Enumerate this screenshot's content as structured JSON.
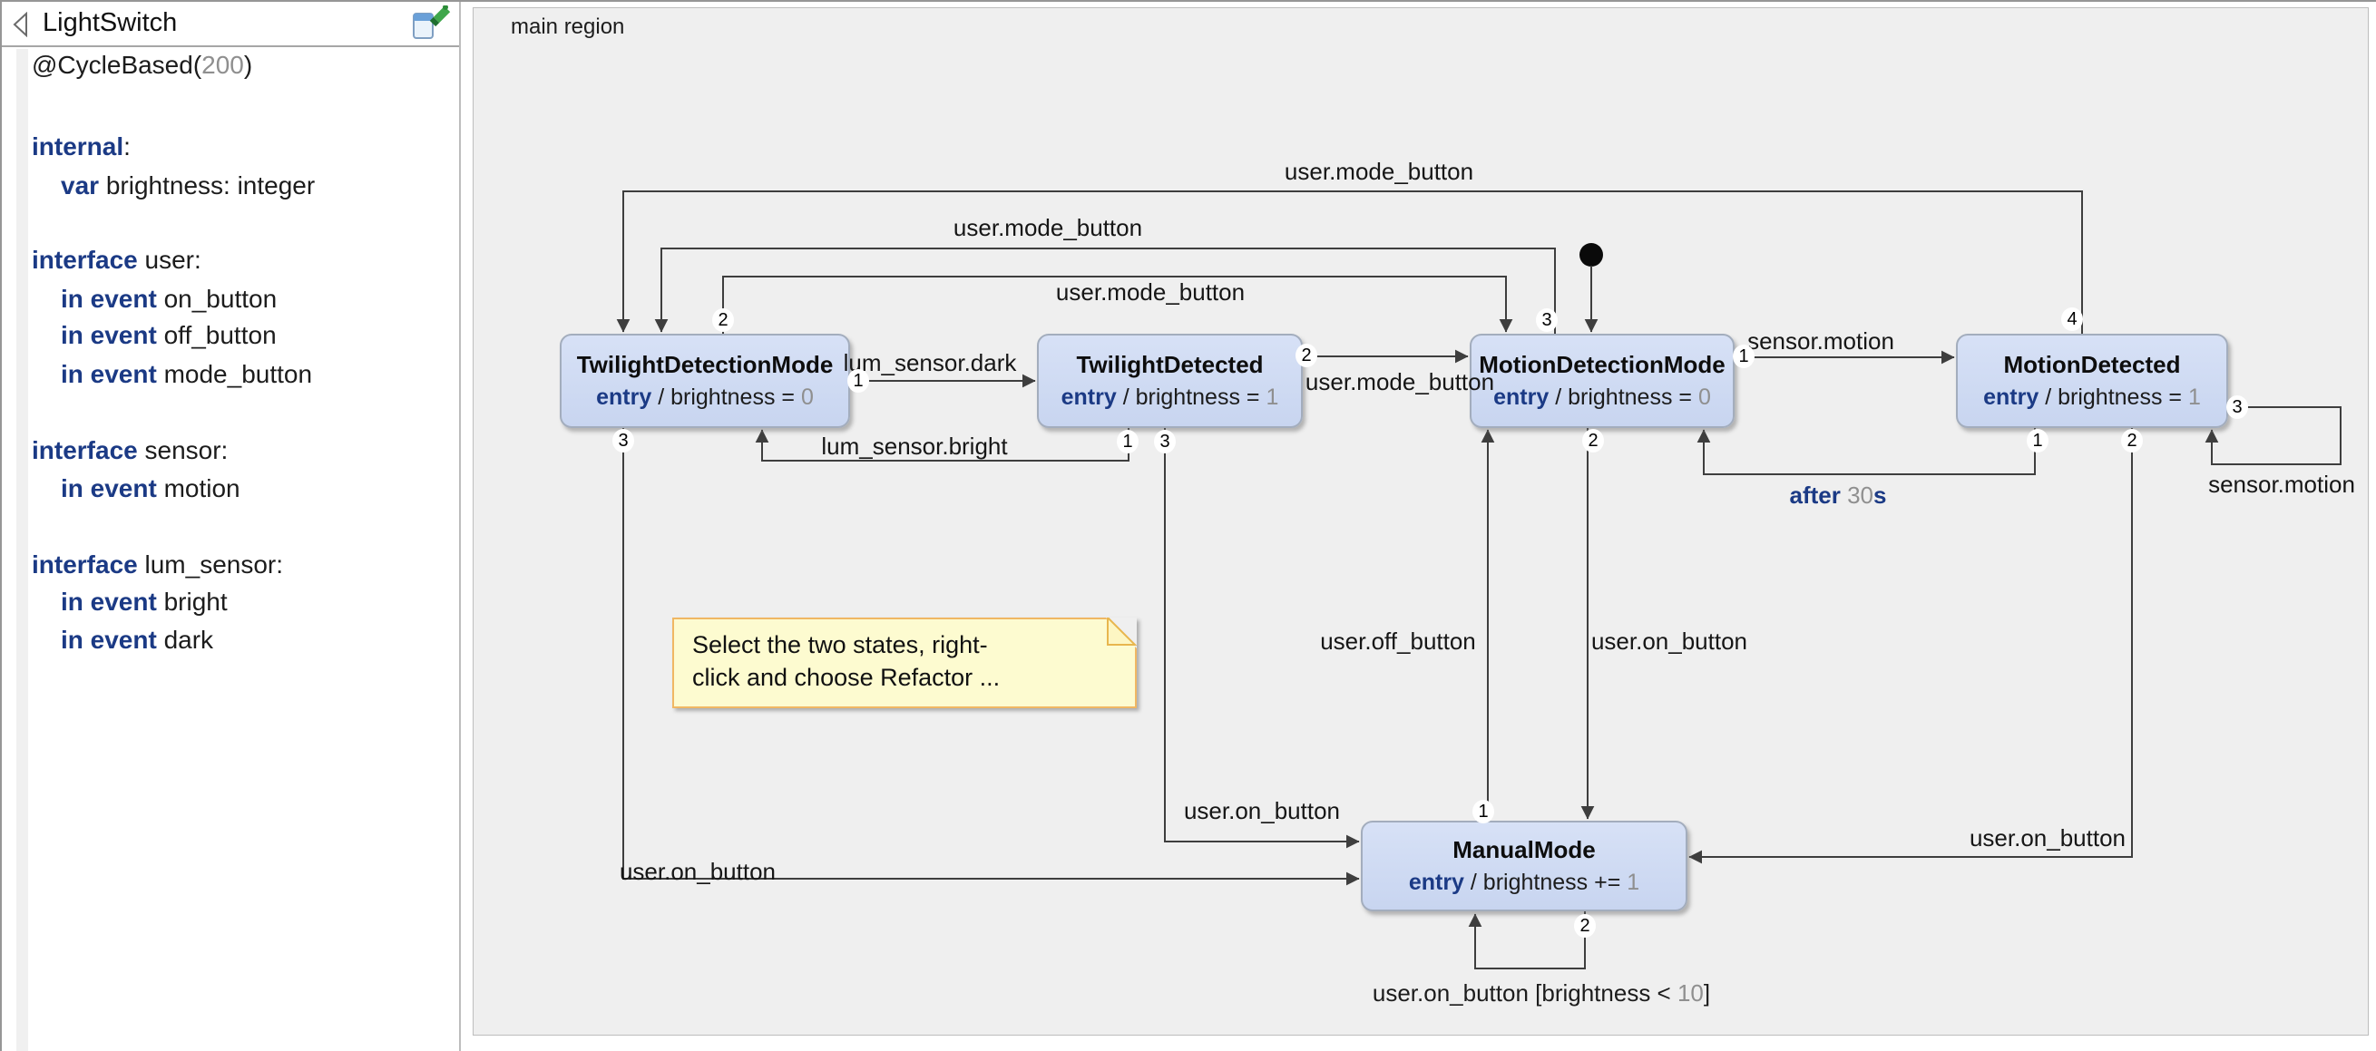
{
  "window": {
    "title": "LightSwitch"
  },
  "editor": {
    "lines": [
      {
        "pre": "@CycleBased(",
        "num": "200",
        "post": ")"
      },
      {
        "kw": "internal",
        "post": ":"
      },
      {
        "kw": "var",
        "post": " brightness: integer"
      },
      {
        "kw": "interface",
        "post": " user:"
      },
      {
        "kw": "in event",
        "post": " on_button"
      },
      {
        "kw": "in event",
        "post": " off_button"
      },
      {
        "kw": "in event",
        "post": " mode_button"
      },
      {
        "kw": "interface",
        "post": " sensor:"
      },
      {
        "kw": "in event",
        "post": " motion"
      },
      {
        "kw": "interface",
        "post": " lum_sensor:"
      },
      {
        "kw": "in event",
        "post": " bright"
      },
      {
        "kw": "in event",
        "post": " dark"
      }
    ]
  },
  "diagram": {
    "region_label": "main region",
    "states": {
      "tdm": {
        "name": "TwilightDetectionMode",
        "entry_kw": "entry",
        "action": " / brightness = ",
        "value": "0"
      },
      "td": {
        "name": "TwilightDetected",
        "entry_kw": "entry",
        "action": " / brightness = ",
        "value": "1"
      },
      "mdm": {
        "name": "MotionDetectionMode",
        "entry_kw": "entry",
        "action": " / brightness = ",
        "value": "0"
      },
      "md": {
        "name": "MotionDetected",
        "entry_kw": "entry",
        "action": " / brightness = ",
        "value": "1"
      },
      "mm": {
        "name": "ManualMode",
        "entry_kw": "entry",
        "action": " / brightness += ",
        "value": "1"
      }
    },
    "transitions": [
      {
        "event": "user.mode_button",
        "priority": "4"
      },
      {
        "event": "user.mode_button",
        "priority": "3"
      },
      {
        "event": "user.mode_button",
        "priority": "2"
      },
      {
        "event": "lum_sensor.dark",
        "priority": "1"
      },
      {
        "event": "lum_sensor.bright",
        "priority": "1"
      },
      {
        "event": "user.mode_button",
        "priority": "2"
      },
      {
        "event": "sensor.motion",
        "priority": "1"
      },
      {
        "kw": "after",
        "num": "30",
        "unit": "s",
        "priority": "1"
      },
      {
        "event": "sensor.motion",
        "priority": "3"
      },
      {
        "event": "user.off_button",
        "priority": "1"
      },
      {
        "event": "user.on_button",
        "priority": "2"
      },
      {
        "event": "user.on_button",
        "priority": "3"
      },
      {
        "event": "user.on_button",
        "priority": "3"
      },
      {
        "event": "user.on_button",
        "priority": "2"
      },
      {
        "pre": "user.on_button [brightness < ",
        "num": "10",
        "post": "]",
        "priority": "2"
      }
    ],
    "note": {
      "line1": "Select the two states, right-",
      "line2": "click and choose Refactor ..."
    }
  },
  "colors": {
    "keyword": "#1b3a85",
    "number_literal": "#8f8f8f",
    "state_fill": "#cdd9f2",
    "note_fill": "#fdfbd0",
    "note_border": "#f0b763",
    "wire": "#3e3e3e"
  }
}
